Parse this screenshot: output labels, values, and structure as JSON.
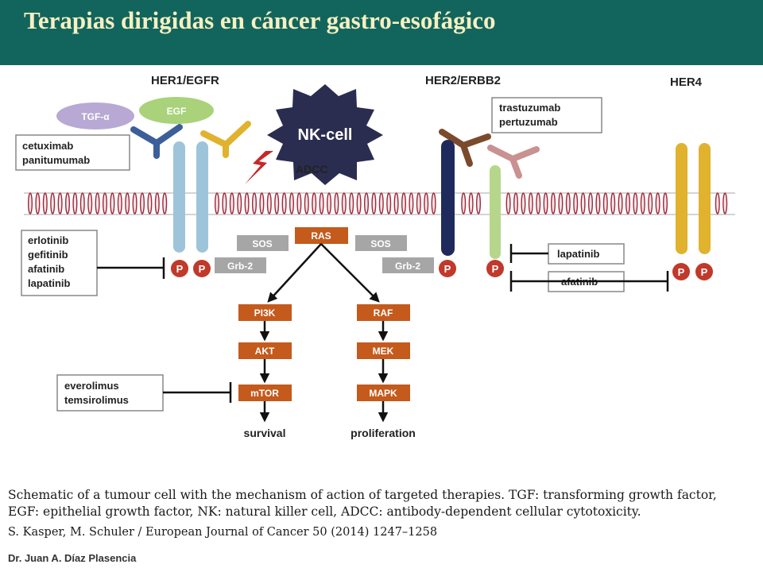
{
  "slide": {
    "title": "Terapias dirigidas en cáncer gastro-esofágico",
    "caption": "Schematic of a tumour cell with the mechanism of action of targeted therapies. TGF: transforming growth factor, EGF: epithelial growth factor, NK: natural killer cell, ADCC: antibody-dependent cellular cytotoxicity.",
    "citation": "S. Kasper, M. Schuler / European Journal of Cancer 50 (2014) 1247–1258",
    "author": "Dr. Juan A. Díaz Plasencia"
  },
  "colors": {
    "header_bg": "#12655c",
    "title_text": "#f6f0c2",
    "pathway_box": "#c45a1c",
    "adaptor_box": "#a6a6a6",
    "phospho": "#c0392b",
    "her1_receptor": "#9ec4da",
    "her2_receptor": "#1f2a5c",
    "her2_dimer_partner": "#b6d68c",
    "her4_receptor": "#e0b22e",
    "nk_cell": "#2a2d4f",
    "tgf_alpha": "#b7a9d4",
    "egf": "#a9d27a"
  },
  "diagram": {
    "receptors": {
      "her1": "HER1/EGFR",
      "her2": "HER2/ERBB2",
      "her4": "HER4"
    },
    "ligands": {
      "tgf_alpha": "TGF-α",
      "egf": "EGF"
    },
    "nk_cell": "NK-cell",
    "adcc": "ADCC",
    "drugs": {
      "cetuximab": [
        "cetuximab",
        "panitumumab"
      ],
      "trastuzumab": [
        "trastuzumab",
        "pertuzumab"
      ],
      "tki": [
        "erlotinib",
        "gefitinib",
        "afatinib",
        "lapatinib"
      ],
      "lapatinib": "lapatinib",
      "afatinib": "afatinib",
      "mtor": [
        "everolimus",
        "temsirolimus"
      ]
    },
    "adaptors": {
      "sos": "SOS",
      "grb2": "Grb-2"
    },
    "phospho": "P",
    "pathway": {
      "ras": "RAS",
      "pi3k": "PI3K",
      "akt": "AKT",
      "mtor": "mTOR",
      "raf": "RAF",
      "mek": "MEK",
      "mapk": "MAPK"
    },
    "outcomes": {
      "survival": "survival",
      "proliferation": "proliferation"
    }
  }
}
